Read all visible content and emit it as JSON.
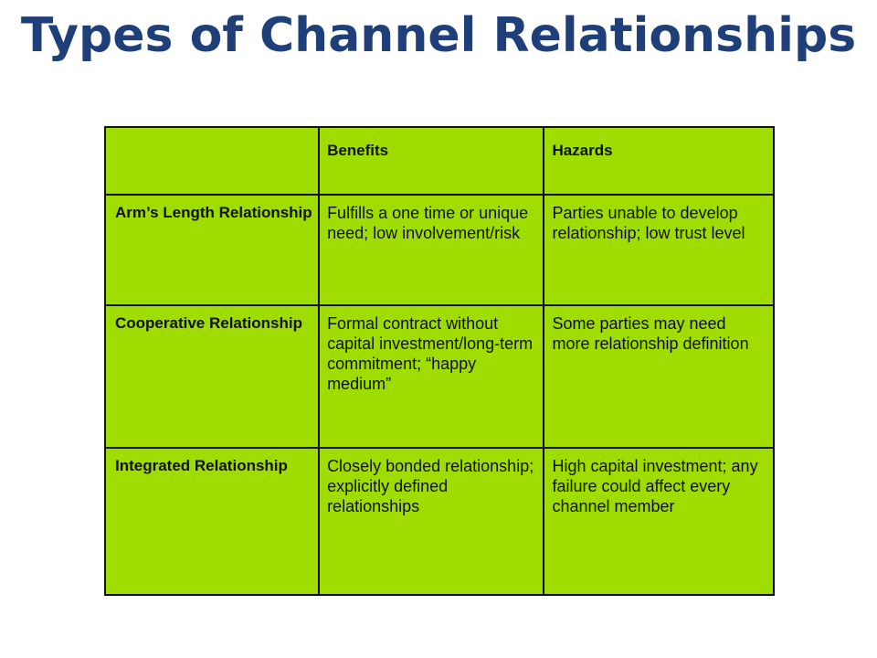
{
  "slide": {
    "title": "Types of Channel Relationships"
  },
  "table": {
    "columns": [
      "",
      "Benefits",
      "Hazards"
    ],
    "rows": [
      {
        "type": "Arm’s Length Relationship",
        "benefits": "Fulfills a one time or unique need; low involvement/risk",
        "hazards": "Parties unable to develop relationship; low trust level"
      },
      {
        "type": "Cooperative Relationship",
        "benefits": "Formal contract without capital investment/long-term commitment; “happy medium”",
        "hazards": "Some parties may need more relationship definition"
      },
      {
        "type": "Integrated Relationship",
        "benefits": "Closely bonded relationship; explicitly defined relationships",
        "hazards": "High capital investment; any failure could affect every channel member"
      }
    ]
  },
  "colors": {
    "title": "#1f3f7a",
    "table_fill": "#9fdc00",
    "border": "#111111"
  }
}
